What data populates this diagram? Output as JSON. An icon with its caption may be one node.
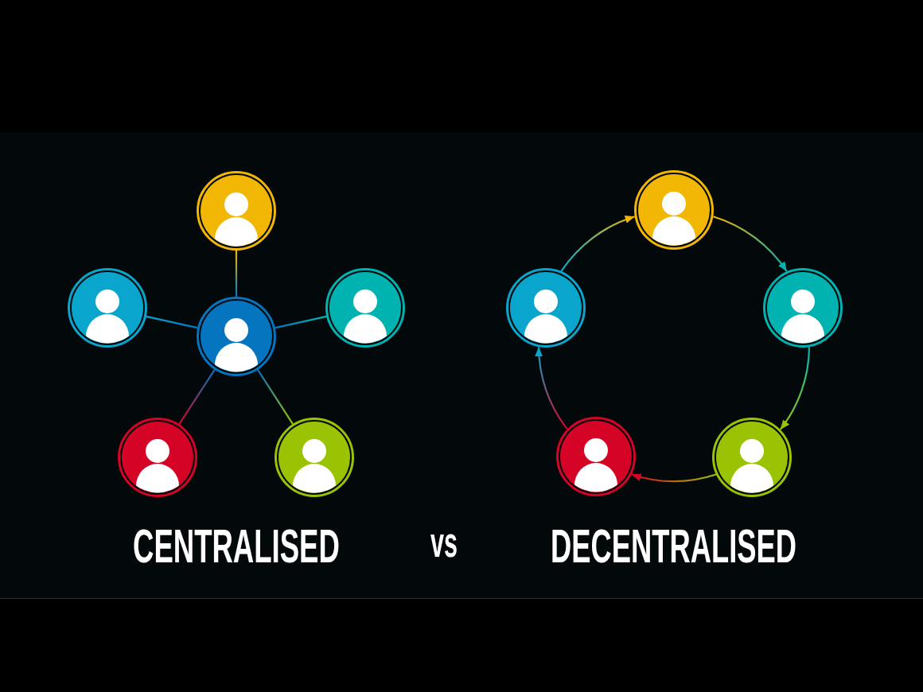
{
  "diagram": {
    "nodes": [
      {
        "text": [],
        "shape": "person"
      },
      {
        "text": [],
        "shape": "person"
      },
      {
        "text": [],
        "shape": "person"
      },
      {
        "text": [],
        "shape": "person"
      },
      {
        "text": [],
        "shape": "person"
      },
      {
        "text": [],
        "shape": "person"
      },
      {
        "text": [],
        "shape": "person"
      },
      {
        "text": [],
        "shape": "person"
      },
      {
        "text": [],
        "shape": "person"
      },
      {
        "text": [],
        "shape": "person"
      },
      {
        "text": [],
        "shape": "person"
      }
    ],
    "edges": [
      {
        "from": 2,
        "to": 0,
        "arrow": "none"
      },
      {
        "from": 2,
        "to": 1,
        "arrow": "none"
      },
      {
        "from": 2,
        "to": 3,
        "arrow": "none"
      },
      {
        "from": 2,
        "to": 4,
        "arrow": "none"
      },
      {
        "from": 2,
        "to": 5,
        "arrow": "none"
      },
      {
        "from": 7,
        "to": 6,
        "arrow": "to"
      },
      {
        "from": 6,
        "to": 8,
        "arrow": "to"
      },
      {
        "from": 8,
        "to": 10,
        "arrow": "to"
      },
      {
        "from": 10,
        "to": 9,
        "arrow": "to"
      },
      {
        "from": 9,
        "to": 7,
        "arrow": "to"
      }
    ],
    "labels": [
      "CENTRALISED",
      "vs",
      "DECENTRALISED"
    ]
  }
}
